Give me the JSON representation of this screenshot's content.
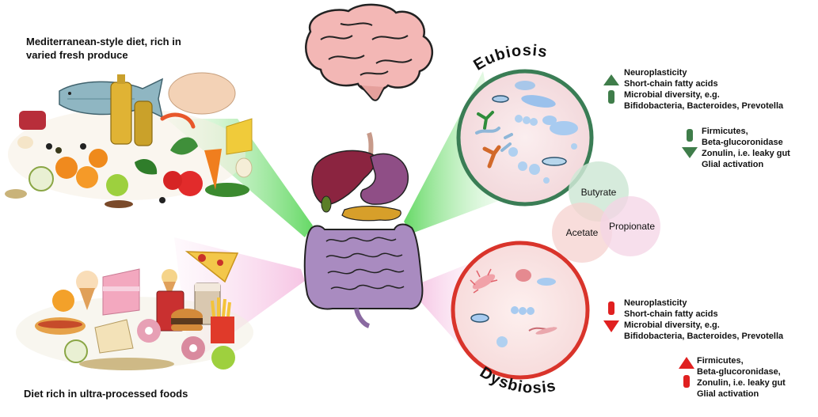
{
  "captions": {
    "mediterranean_line1": "Mediterranean-style diet, rich in",
    "mediterranean_line2": "varied fresh produce",
    "ultraprocessed": "Diet rich in ultra-processed foods"
  },
  "eubiosis": {
    "title": "Eubiosis",
    "up_list": [
      "Neuroplasticity",
      "Short-chain fatty acids",
      "Microbial diversity, e.g.",
      "Bifidobacteria, Bacteroides, Prevotella"
    ],
    "down_list": [
      "Firmicutes,",
      "Beta-glucoronidase",
      "Zonulin, i.e. leaky gut",
      "Glial activation"
    ]
  },
  "dysbiosis": {
    "title": "Dysbiosis",
    "down_list": [
      "Neuroplasticity",
      "Short-chain fatty acids",
      "Microbial diversity, e.g.",
      "Bifidobacteria, Bacteroides, Prevotella"
    ],
    "up_list": [
      "Firmicutes,",
      "Beta-glucoronidase,",
      "Zonulin, i.e. leaky gut",
      "Glial activation"
    ]
  },
  "scfa": {
    "butyrate": "Butyrate",
    "acetate": "Acetate",
    "propionate": "Propionate"
  },
  "colors": {
    "green_arrow": "#3f7d4a",
    "red_arrow": "#e02020",
    "eubiosis_ring": "#3a7d55",
    "dysbiosis_ring": "#d9342b",
    "butyrate": "#cfe8d6",
    "acetate": "#f6d2cf",
    "propionate": "#f4d4e6"
  }
}
